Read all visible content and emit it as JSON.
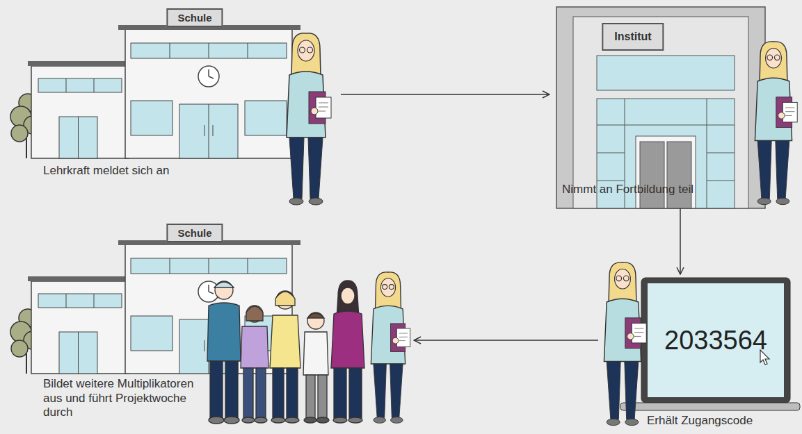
{
  "diagram": {
    "nodes": [
      {
        "text": [
          "Schule",
          "Lehrkraft meldet sich an"
        ]
      },
      {
        "text": [
          "Institut",
          "Nimmt an Fortbildung teil"
        ]
      },
      {
        "text": [
          "2033564",
          "Erhält Zugangscode"
        ]
      },
      {
        "text": [
          "Schule",
          "Bildet weitere Multiplikatoren aus und führt Projektwoche durch"
        ]
      }
    ],
    "edges": [
      {
        "from": 0,
        "to": 1,
        "arrow": "to"
      },
      {
        "from": 1,
        "to": 2,
        "arrow": "to"
      },
      {
        "from": 2,
        "to": 3,
        "arrow": "to"
      }
    ]
  }
}
